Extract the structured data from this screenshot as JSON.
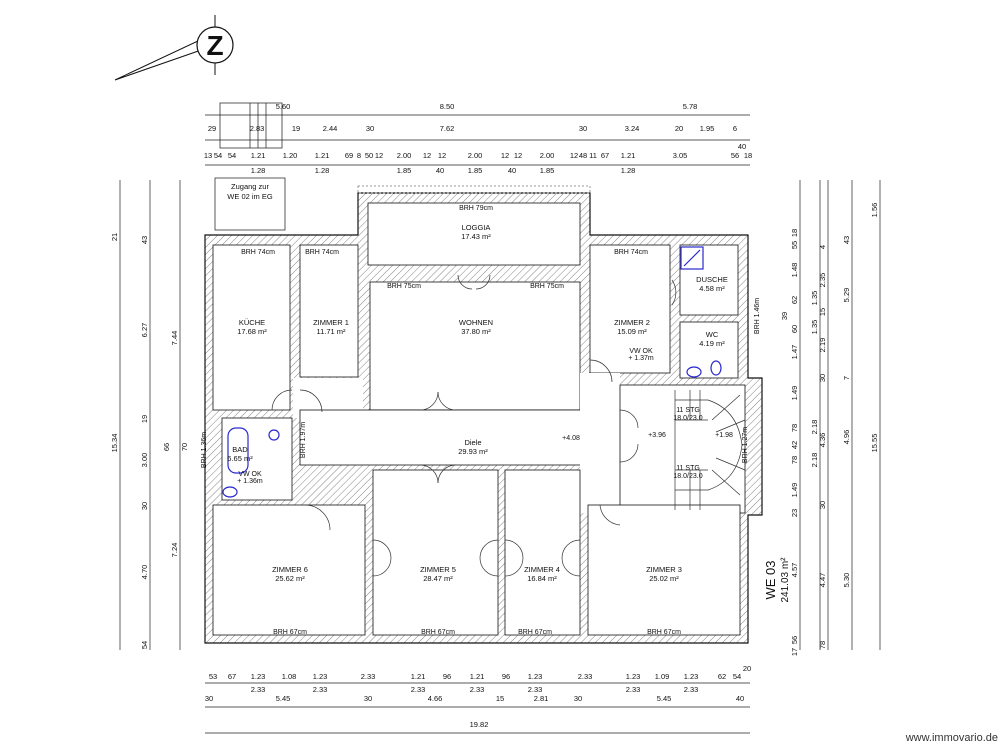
{
  "plan": {
    "unit_name": "WE 03",
    "unit_area": "241.03 m²",
    "access_note": [
      "Zugang zur",
      "WE 02 im EG"
    ],
    "north_label": "Z",
    "watermark": "www.immovario.de"
  },
  "rooms": [
    {
      "name": "KÜCHE",
      "area": "17.68 m²"
    },
    {
      "name": "ZIMMER 1",
      "area": "11.71 m²"
    },
    {
      "name": "LOGGIA",
      "area": "17.43 m²"
    },
    {
      "name": "WOHNEN",
      "area": "37.80 m²"
    },
    {
      "name": "ZIMMER 2",
      "area": "15.09 m²"
    },
    {
      "name": "DUSCHE",
      "area": "4.58 m²"
    },
    {
      "name": "WC",
      "area": "4.19 m²"
    },
    {
      "name": "Diele",
      "area": "29.93 m²"
    },
    {
      "name": "BAD",
      "area": "6.65 m²"
    },
    {
      "name": "ZIMMER 6",
      "area": "25.62 m²"
    },
    {
      "name": "ZIMMER 5",
      "area": "28.47 m²"
    },
    {
      "name": "ZIMMER 4",
      "area": "16.84 m²"
    },
    {
      "name": "ZIMMER 3",
      "area": "25.02 m²"
    }
  ],
  "brh_labels": [
    "BRH 74cm",
    "BRH 74cm",
    "BRH 79cm",
    "BRH 75cm",
    "BRH 75cm",
    "BRH 74cm",
    "BRH 67cm",
    "BRH 67cm",
    "BRH 67cm",
    "BRH 67cm"
  ],
  "brh_vertical": [
    "BRH 1.46m",
    "BRH 1.27m",
    "BRH 1.36m",
    "BRH 1.97m"
  ],
  "levels": [
    "+4.08",
    "+3.96",
    "+1.98"
  ],
  "stairs": [
    [
      "11 STG",
      "18.0/23.0"
    ],
    [
      "11 STG",
      "18.0/23.0"
    ]
  ],
  "vw_notes": [
    [
      "VW OK",
      "+ 1.37m"
    ],
    [
      "VW OK",
      "+ 1.36m"
    ]
  ],
  "dims": {
    "top1": [
      "5.60",
      "8.50",
      "5.78"
    ],
    "top2": [
      "29",
      "2.83",
      "19",
      "2.44",
      "30",
      "7.62",
      "30",
      "3.24",
      "20",
      "1.95",
      "6"
    ],
    "top3_upper": [
      "13",
      "54",
      "54",
      "1.21",
      "1.20",
      "1.21",
      "69",
      "8",
      "50",
      "12",
      "2.00",
      "12",
      "12",
      "2.00",
      "12",
      "12",
      "2.00",
      "12",
      "48",
      "11",
      "67",
      "1.21",
      "3.05",
      "56",
      "40",
      "18"
    ],
    "top3_lower": [
      "1.28",
      "1.28",
      "1.85",
      "40",
      "1.85",
      "40",
      "1.85",
      "1.28"
    ],
    "bottom1_upper": [
      "53",
      "67",
      "1.23",
      "1.08",
      "1.23",
      "2.33",
      "1.21",
      "96",
      "1.21",
      "96",
      "1.23",
      "2.33",
      "1.23",
      "1.09",
      "1.23",
      "62",
      "54",
      "20"
    ],
    "bottom1_lower": [
      "2.33",
      "2.33",
      "2.33",
      "2.33",
      "2.33",
      "2.33",
      "2.33"
    ],
    "bottom2": [
      "30",
      "5.45",
      "30",
      "4.66",
      "15",
      "2.81",
      "30",
      "5.45",
      "40"
    ],
    "bottom3": [
      "19.82"
    ],
    "left1": [
      "21",
      "15.34"
    ],
    "left2": [
      "43",
      "6.27",
      "19",
      "3.00",
      "30",
      "4.70",
      "54"
    ],
    "left3": [
      "7.44",
      "66",
      "70",
      "7.24"
    ],
    "right1": [
      "18",
      "55",
      "1.48",
      "62",
      "39",
      "60",
      "1.47",
      "1.49",
      "78",
      "42",
      "78",
      "1.49",
      "23",
      "4.57",
      "56",
      "17"
    ],
    "right2": [
      "1.35",
      "1.35",
      "2.18",
      "2.18"
    ],
    "right3": [
      "4",
      "2.35",
      "15",
      "2.19",
      "30",
      "4.36",
      "30",
      "4.47",
      "78"
    ],
    "right4": [
      "43",
      "5.29",
      "7",
      "4.96",
      "5.30"
    ],
    "right5": [
      "1.56",
      "15.55"
    ]
  }
}
